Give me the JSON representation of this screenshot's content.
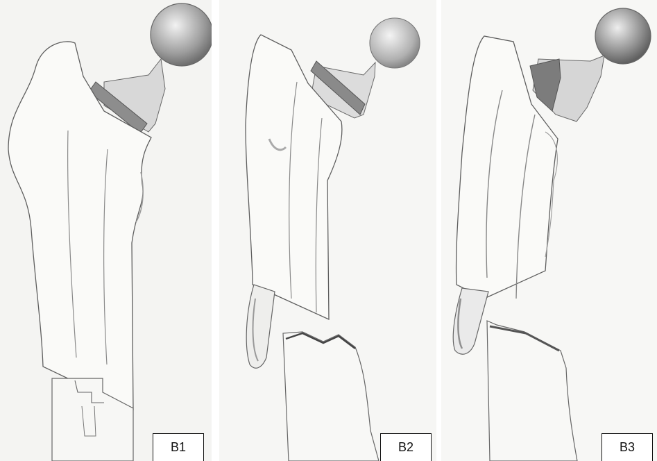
{
  "figure": {
    "panels": [
      {
        "label": "B1"
      },
      {
        "label": "B2"
      },
      {
        "label": "B3"
      }
    ]
  },
  "colors": {
    "paper": "#f5f5f3",
    "pencil": "#5a5a5a",
    "shade": "#9a9a9a"
  }
}
